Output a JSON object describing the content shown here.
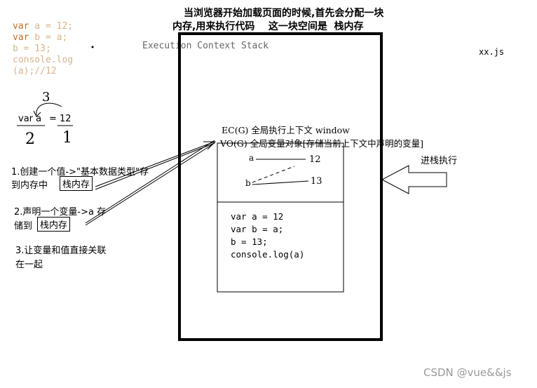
{
  "title_lines": [
    "当浏览器开始加载页面的时候,首先会分配一块",
    "内存,用来执行代码    这一块空间是  栈内存"
  ],
  "code": {
    "line1": {
      "kw": "var",
      "rest": " a = 12;"
    },
    "line2": {
      "kw": "var",
      "rest": " b = a;"
    },
    "line3": "b = 13;",
    "line4": "console.log",
    "line5": "(a);//12"
  },
  "stack_label": "Execution Context Stack",
  "file_name": "xx.js",
  "assignment": {
    "left": "var a",
    "eq": "=",
    "right": "12"
  },
  "handwritten": {
    "top": "3",
    "under_var": "2",
    "under_12": "1"
  },
  "steps": [
    {
      "text": "1.创建一个值->\"基本数据类型\"存",
      "text2": "到内存中",
      "box": "栈内存"
    },
    {
      "text": "2.声明一个变量->a 存",
      "text2": "储到",
      "box": "栈内存"
    },
    {
      "text": "3.让变量和值直接关联",
      "text2": "在一起"
    }
  ],
  "ec": {
    "title": "EC(G) 全局执行上下文 window",
    "vo": "VO(G) 全局变量对象[存储当前上下文中声明的变量]",
    "vars": [
      {
        "name": "a",
        "value": "12"
      },
      {
        "name": "b",
        "value": "13"
      }
    ],
    "code_lines": [
      "var a = 12",
      "var b = a;",
      "b = 13;",
      "console.log(a)"
    ]
  },
  "push_label": "进栈执行",
  "watermark": "CSDN @vue&&js"
}
